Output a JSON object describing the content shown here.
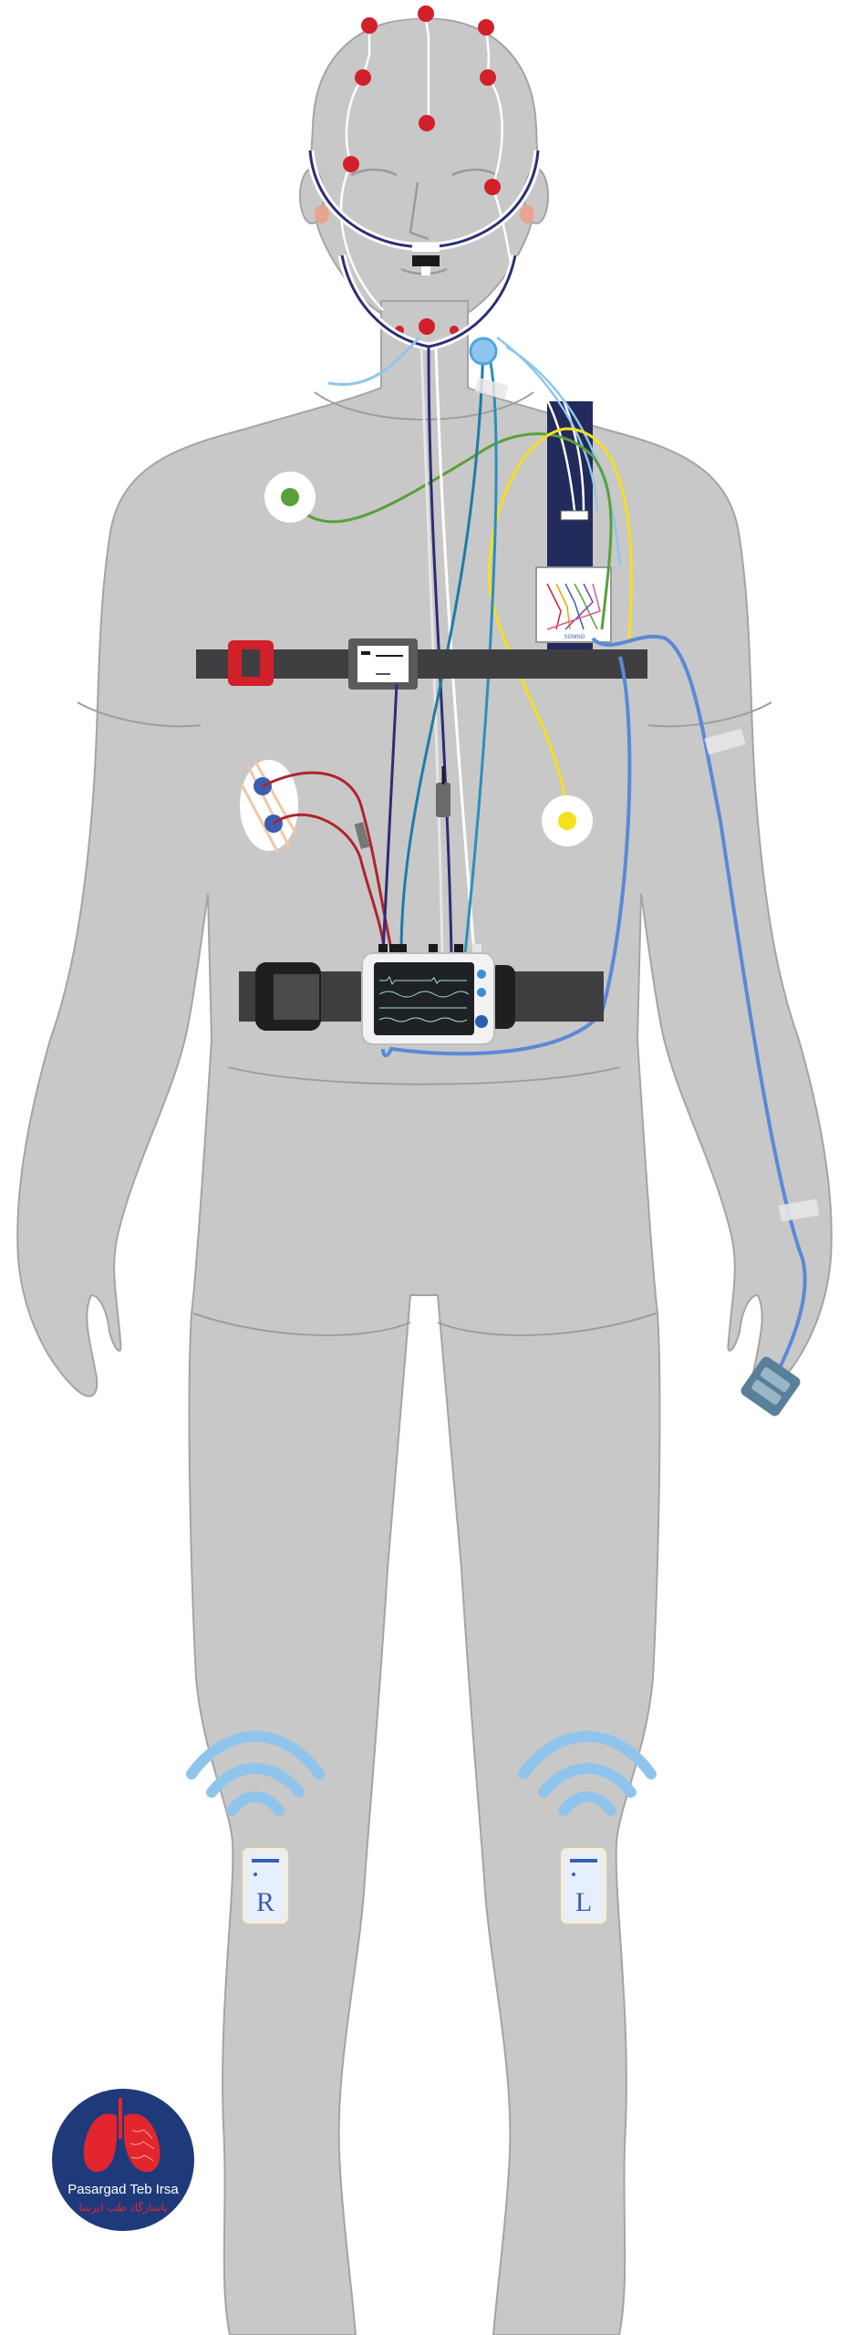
{
  "sensors": {
    "leg_right_label": "R",
    "leg_left_label": "L"
  },
  "logo": {
    "name_en": "Pasargad Teb Irsa",
    "name_fa": "پاسارگاد طب ایرسا"
  },
  "colors": {
    "body": "#c8c8c8",
    "body_outline": "#a8a8a8",
    "eeg_electrode": "#d1202a",
    "belt": "#3f3f41",
    "ecg_blue": "#3a5fb0",
    "emg_green": "#5aa03a",
    "spo2_yellow": "#f4e01d",
    "wave_blue": "#8fc5ec",
    "logo_navy": "#1f3a7a",
    "logo_red": "#e3262e"
  }
}
